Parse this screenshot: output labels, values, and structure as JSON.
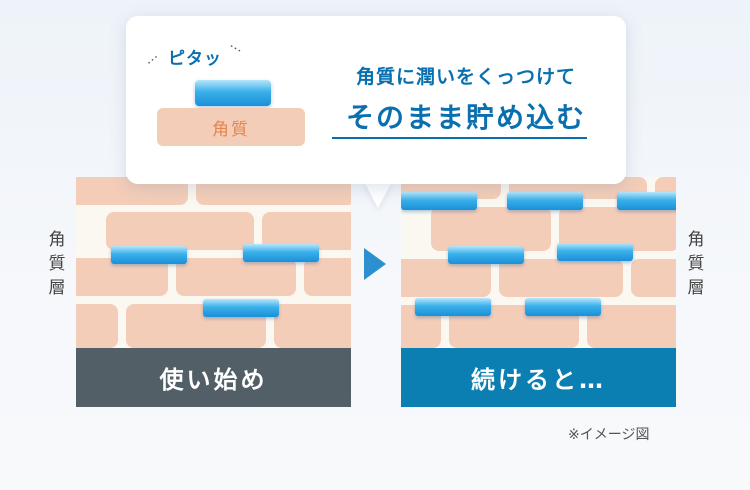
{
  "bubble": {
    "sound_effect": "ピタッ",
    "stratum_label": "角質",
    "headline_line1": "角質に潤いをくっつけて",
    "headline_line2": "そのまま貯め込む"
  },
  "panels": {
    "before_label": "使い始め",
    "after_label": "続けると…"
  },
  "side_label": "角\n質\n層",
  "note": "※イメージ図",
  "colors": {
    "brick": "#f4cdb8",
    "mortar": "#fbf7f1",
    "moisture": "#3ab0ea",
    "headline": "#0a6fae",
    "before_footer": "#525f67",
    "after_footer": "#0b7fb1",
    "arrow": "#2b8fd0"
  }
}
